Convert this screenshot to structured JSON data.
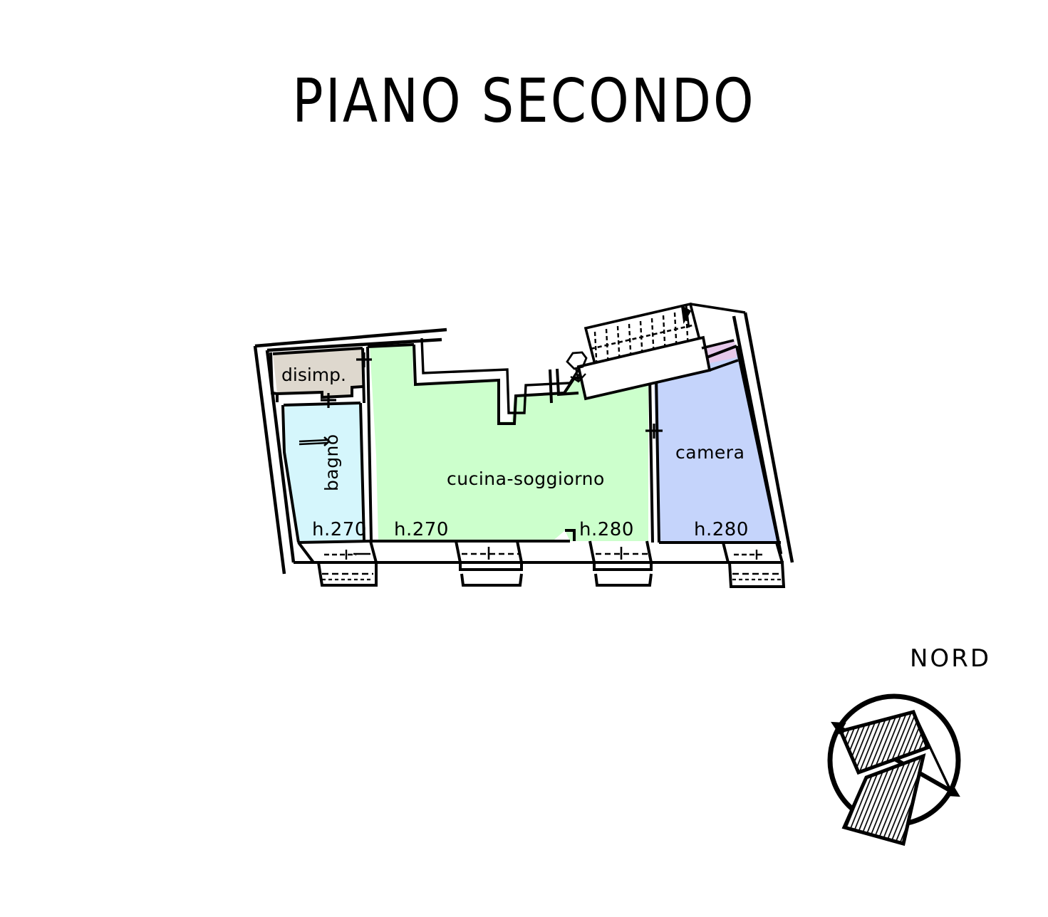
{
  "page": {
    "title": "PIANO SECONDO",
    "background_color": "#ffffff"
  },
  "compass": {
    "label": "NORD",
    "name": "compass-rose"
  },
  "rooms": [
    {
      "id": "disimp",
      "label": "disimp.",
      "color": "#DED8CE",
      "height_label": null
    },
    {
      "id": "bagno",
      "label": "bagno",
      "color": "#D5F6FC",
      "height_label": "h.270"
    },
    {
      "id": "cucina-soggiorno",
      "label": "cucina-soggiorno",
      "color": "#CCFFCC",
      "height_label_left": "h.270",
      "height_label_right": "h.280"
    },
    {
      "id": "camera",
      "label": "camera",
      "color": "#C5D4FB",
      "height_label": "h.280"
    },
    {
      "id": "balcone-camera",
      "label": "",
      "color": "#E6C8EA",
      "height_label": null
    }
  ],
  "labels": {
    "disimp": "disimp.",
    "bagno": "bagno",
    "cucina_soggiorno": "cucina-soggiorno",
    "camera": "camera",
    "h_bagno": "h.270",
    "h_cucina_left": "h.270",
    "h_cucina_right": "h.280",
    "h_camera": "h.280"
  },
  "colors": {
    "wall_stroke": "#000000",
    "disimp_fill": "#DED8CE",
    "bagno_fill": "#D5F6FC",
    "cucina_fill": "#CCFFCC",
    "camera_fill": "#C5D4FB",
    "balcony_fill": "#E6C8EA",
    "paper": "#ffffff"
  },
  "features": {
    "staircase": "staircase",
    "direction_arrow": "up-arrow",
    "windows_count": 5,
    "doors_count": 4
  }
}
